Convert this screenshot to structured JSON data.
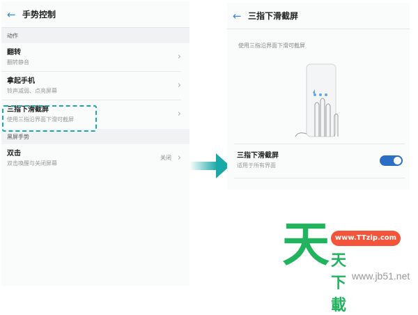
{
  "left": {
    "header": {
      "back_icon": "arrow-left-icon",
      "title": "手势控制"
    },
    "sections": [
      {
        "label": "动作",
        "items": [
          {
            "title": "翻转",
            "subtitle": "翻转静音"
          },
          {
            "title": "拿起手机",
            "subtitle": "铃声减弱、点亮屏幕"
          },
          {
            "title": "三指下滑截屏",
            "subtitle": "使用三指沿界面下滑可截屏"
          }
        ]
      },
      {
        "label": "黑屏手势",
        "items": [
          {
            "title": "双击",
            "subtitle": "双击唤醒与关闭屏幕",
            "value": "关闭"
          }
        ]
      }
    ],
    "chevron": "›"
  },
  "right": {
    "header": {
      "back_icon": "arrow-left-icon",
      "title": "三指下滑截屏"
    },
    "description": "使用三指沿界面下滑可截屏",
    "setting": {
      "title": "三指下滑截屏",
      "subtitle": "适用于所有界面",
      "enabled": true
    }
  },
  "colors": {
    "accent": "#3a86d4",
    "highlight": "#1aa8a8",
    "toggle": "#2a6fc4",
    "watermark_green": "#22b35e",
    "watermark_pill": "#f2553a"
  },
  "watermark": {
    "big_char": "天",
    "pill": "www.TTzip.com",
    "sub": "天下載",
    "url": "www.jb51.net"
  }
}
